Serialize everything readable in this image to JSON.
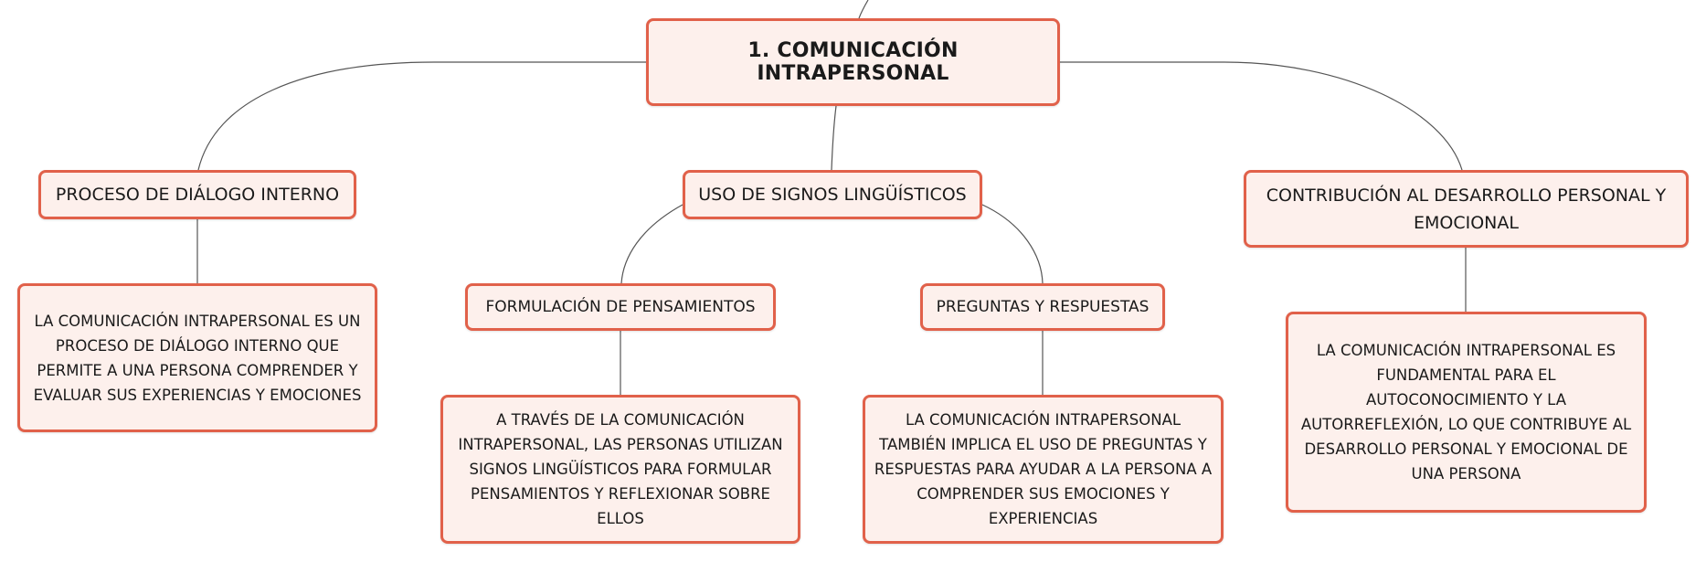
{
  "map": {
    "root": {
      "label": "1. COMUNICACIÓN INTRAPERSONAL"
    },
    "topics": [
      {
        "label": "PROCESO DE DIÁLOGO INTERNO",
        "detail": "LA COMUNICACIÓN INTRAPERSONAL ES UN PROCESO DE DIÁLOGO INTERNO QUE PERMITE A UNA PERSONA COMPRENDER Y EVALUAR SUS EXPERIENCIAS Y EMOCIONES"
      },
      {
        "label": "USO DE SIGNOS LINGÜÍSTICOS",
        "subtopics": [
          {
            "label": "FORMULACIÓN DE PENSAMIENTOS",
            "detail": "A TRAVÉS DE LA COMUNICACIÓN INTRAPERSONAL, LAS PERSONAS UTILIZAN SIGNOS LINGÜÍSTICOS PARA FORMULAR PENSAMIENTOS Y REFLEXIONAR SOBRE ELLOS"
          },
          {
            "label": "PREGUNTAS Y RESPUESTAS",
            "detail": "LA COMUNICACIÓN INTRAPERSONAL TAMBIÉN IMPLICA EL USO DE PREGUNTAS Y RESPUESTAS PARA AYUDAR A LA PERSONA A COMPRENDER SUS EMOCIONES Y EXPERIENCIAS"
          }
        ]
      },
      {
        "label": "CONTRIBUCIÓN AL DESARROLLO PERSONAL Y EMOCIONAL",
        "detail": "LA COMUNICACIÓN INTRAPERSONAL ES FUNDAMENTAL PARA EL AUTOCONOCIMIENTO Y LA AUTORREFLEXIÓN, LO QUE CONTRIBUYE AL DESARROLLO PERSONAL Y EMOCIONAL DE UNA PERSONA"
      }
    ]
  },
  "colors": {
    "node_border": "#e1614a",
    "node_fill": "#fdf0ec",
    "connector": "#555555"
  }
}
